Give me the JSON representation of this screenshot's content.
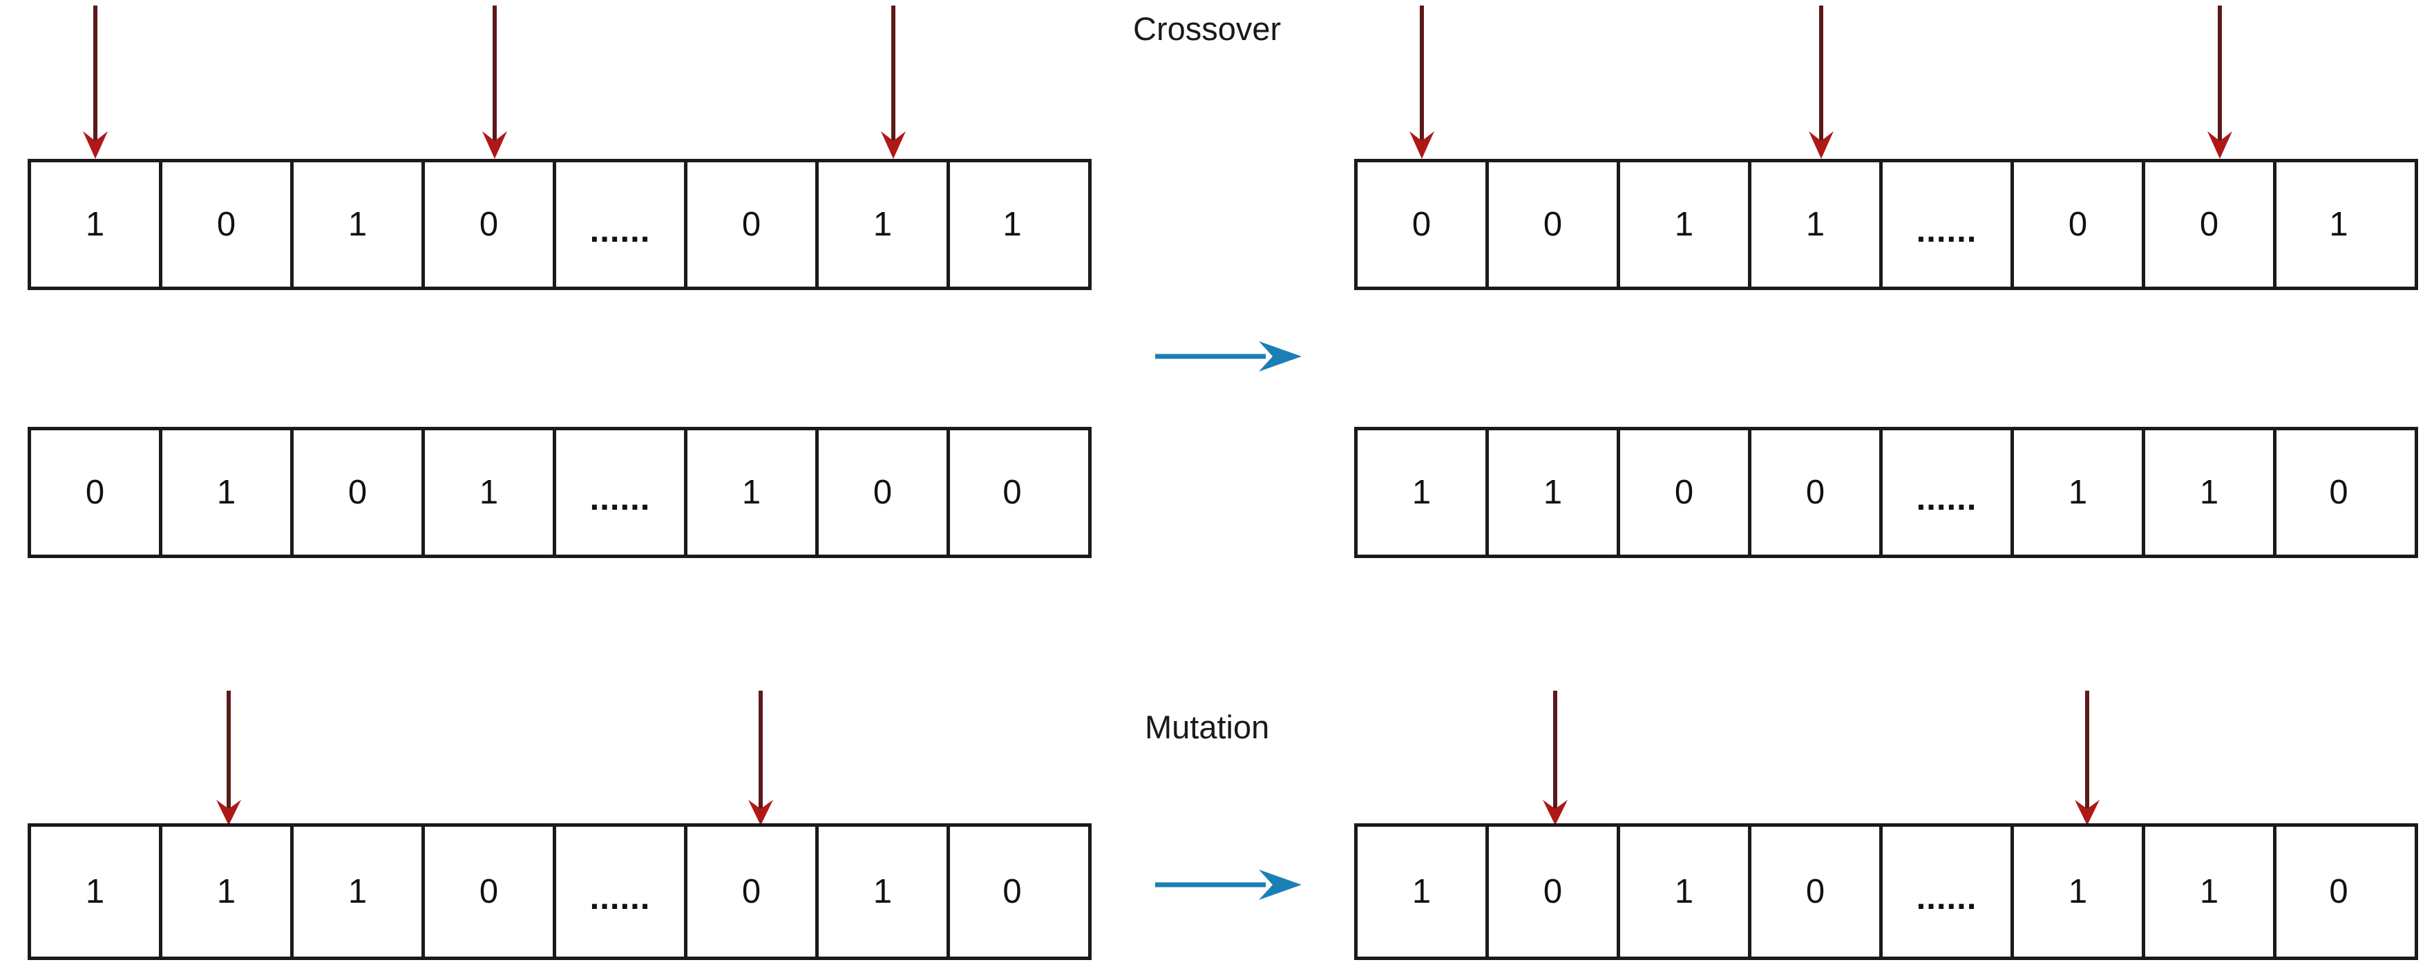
{
  "diagram": {
    "title_operations": [
      "Crossover",
      "Mutation"
    ],
    "colors": {
      "marker_arrow": "#b01818",
      "marker_arrow_shaft": "#5c1a1a",
      "transition_arrow": "#1b7fb5",
      "cell_border": "#1a1a1a",
      "text": "#111111",
      "background": "#ffffff"
    },
    "ellipsis_text": "......"
  },
  "crossover": {
    "label": "Crossover",
    "transition_arrow_label": "crossover-transition-arrow",
    "parents": [
      {
        "name": "parent-1",
        "genes": [
          "1",
          "0",
          "1",
          "0",
          "......",
          "0",
          "1",
          "1"
        ],
        "marked_indices": [
          0,
          3,
          6
        ]
      },
      {
        "name": "parent-2",
        "genes": [
          "0",
          "1",
          "0",
          "1",
          "......",
          "1",
          "0",
          "0"
        ],
        "marked_indices": []
      }
    ],
    "offspring": [
      {
        "name": "child-1",
        "genes": [
          "0",
          "0",
          "1",
          "1",
          "......",
          "0",
          "0",
          "1"
        ],
        "marked_indices": [
          0,
          3,
          6
        ]
      },
      {
        "name": "child-2",
        "genes": [
          "1",
          "1",
          "0",
          "0",
          "......",
          "1",
          "1",
          "0"
        ],
        "marked_indices": []
      }
    ]
  },
  "mutation": {
    "label": "Mutation",
    "transition_arrow_label": "mutation-transition-arrow",
    "before": {
      "name": "mutation-input",
      "genes": [
        "1",
        "1",
        "1",
        "0",
        "......",
        "0",
        "1",
        "0"
      ],
      "marked_indices": [
        1,
        5
      ]
    },
    "after": {
      "name": "mutation-output",
      "genes": [
        "1",
        "0",
        "1",
        "0",
        "......",
        "1",
        "1",
        "0"
      ],
      "marked_indices": [
        1,
        5
      ]
    }
  }
}
